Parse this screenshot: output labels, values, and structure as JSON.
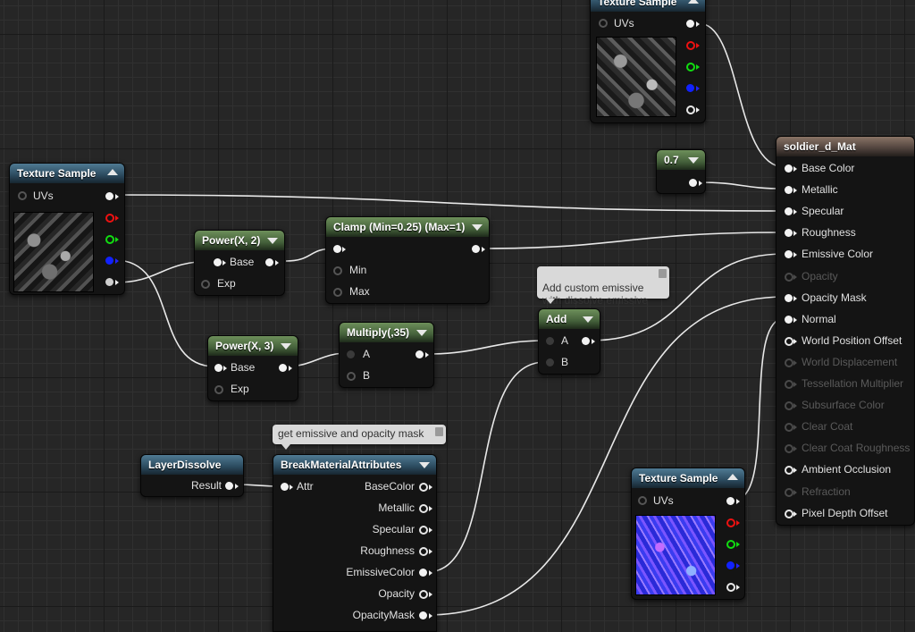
{
  "canvas": {
    "background": "#262626",
    "wire_color": "#e8e8e8"
  },
  "nodes": {
    "tex_top": {
      "title": "Texture Sample",
      "uvs": "UVs",
      "icon_collapse": "triangle-up-icon"
    },
    "tex_left": {
      "title": "Texture Sample",
      "uvs": "UVs",
      "icon_collapse": "triangle-up-icon"
    },
    "tex_bottom": {
      "title": "Texture Sample",
      "uvs": "UVs",
      "icon_collapse": "triangle-up-icon"
    },
    "constant": {
      "title": "0.7"
    },
    "power2": {
      "title": "Power(X, 2)",
      "base": "Base",
      "exp": "Exp"
    },
    "power3": {
      "title": "Power(X, 3)",
      "base": "Base",
      "exp": "Exp"
    },
    "clamp": {
      "title": "Clamp (Min=0.25) (Max=1)",
      "min": "Min",
      "max": "Max"
    },
    "multiply": {
      "title": "Multiply(,35)",
      "a": "A",
      "b": "B"
    },
    "add": {
      "title": "Add",
      "a": "A",
      "b": "B"
    },
    "layer_dissolve": {
      "title": "LayerDissolve",
      "result": "Result"
    },
    "break_attrs": {
      "title": "BreakMaterialAttributes",
      "input": "Attr",
      "outputs": [
        "BaseColor",
        "Metallic",
        "Specular",
        "Roughness",
        "EmissiveColor",
        "Opacity",
        "OpacityMask"
      ]
    },
    "material": {
      "title": "soldier_d_Mat",
      "inputs": [
        {
          "label": "Base Color",
          "enabled": true
        },
        {
          "label": "Metallic",
          "enabled": true
        },
        {
          "label": "Specular",
          "enabled": true
        },
        {
          "label": "Roughness",
          "enabled": true
        },
        {
          "label": "Emissive Color",
          "enabled": true
        },
        {
          "label": "Opacity",
          "enabled": false
        },
        {
          "label": "Opacity Mask",
          "enabled": true
        },
        {
          "label": "Normal",
          "enabled": true
        },
        {
          "label": "World Position Offset",
          "enabled": true
        },
        {
          "label": "World Displacement",
          "enabled": false
        },
        {
          "label": "Tessellation Multiplier",
          "enabled": false
        },
        {
          "label": "Subsurface Color",
          "enabled": false
        },
        {
          "label": "Clear Coat",
          "enabled": false
        },
        {
          "label": "Clear Coat Roughness",
          "enabled": false
        },
        {
          "label": "Ambient Occlusion",
          "enabled": true
        },
        {
          "label": "Refraction",
          "enabled": false
        },
        {
          "label": "Pixel Depth Offset",
          "enabled": true
        }
      ]
    }
  },
  "comments": {
    "add_comment": "Add custom emissive\nwith dissolve emissive",
    "break_comment": "get emissive and opacity mask"
  }
}
